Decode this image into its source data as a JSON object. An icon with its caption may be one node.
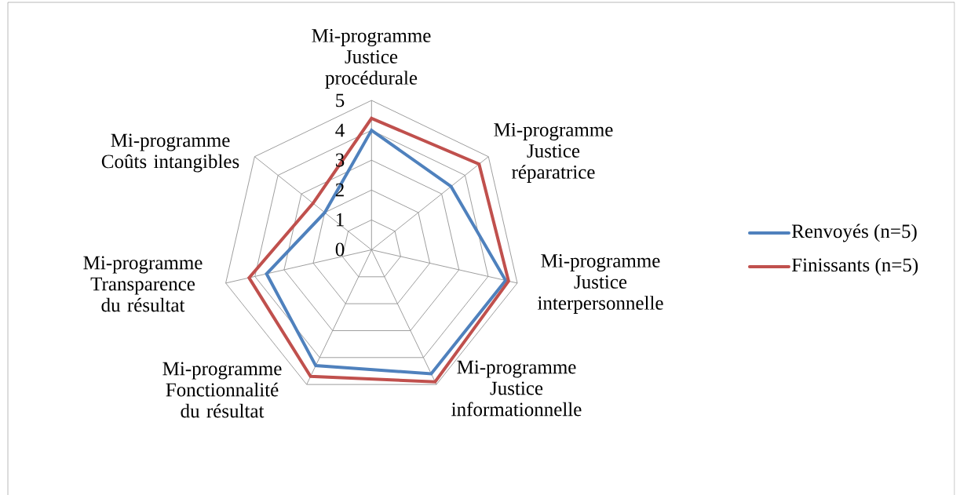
{
  "diagram": {
    "labels": [
      "Mi-programme Justice procédurale",
      "5",
      "Mi-programme Justice réparatrice",
      "4",
      "Mi-programme Coûts intangibles",
      "3",
      "2",
      "1",
      "0",
      "Mi-programme Transparence du résultat",
      "Mi-programme Justice interpersonnelle",
      "Mi-programme Fonctionnalité du résultat",
      "Mi-programme Justice informationnelle"
    ],
    "legend": [
      {
        "text": "Renvoyés (n=5)"
      },
      {
        "text": "Finissants (n=5)"
      }
    ]
  }
}
